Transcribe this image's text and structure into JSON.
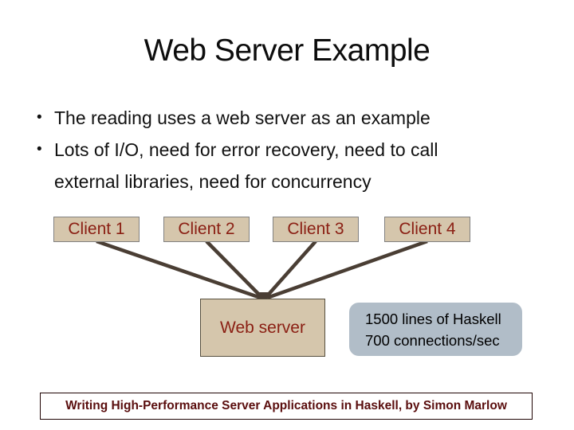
{
  "slide": {
    "title": "Web Server Example",
    "bullet_char": "•",
    "bullets": [
      {
        "lines": [
          "The reading uses a web server as an example"
        ]
      },
      {
        "lines": [
          "Lots of I/O, need for error recovery, need to call",
          "external libraries, need for concurrency"
        ]
      }
    ],
    "clients": [
      {
        "label": "Client 1"
      },
      {
        "label": "Client 2"
      },
      {
        "label": "Client 3"
      },
      {
        "label": "Client 4"
      }
    ],
    "server": {
      "label": "Web server"
    },
    "info_box": {
      "lines": [
        "1500 lines of Haskell",
        "700 connections/sec"
      ]
    },
    "caption": "Writing High-Performance Server Applications in Haskell, by Simon Marlow",
    "colors": {
      "title_text": "#0d0d0d",
      "body_text": "#111111",
      "box_fill": "#d5c6ac",
      "box_label_text": "#8b2014",
      "client_border": "#818181",
      "server_border": "#57503f",
      "connector": "#4a3e34",
      "info_fill": "#b1bdc8",
      "info_text": "#000000",
      "caption_text": "#5a0e0e",
      "caption_border": "#1f0404",
      "background": "#ffffff"
    }
  }
}
